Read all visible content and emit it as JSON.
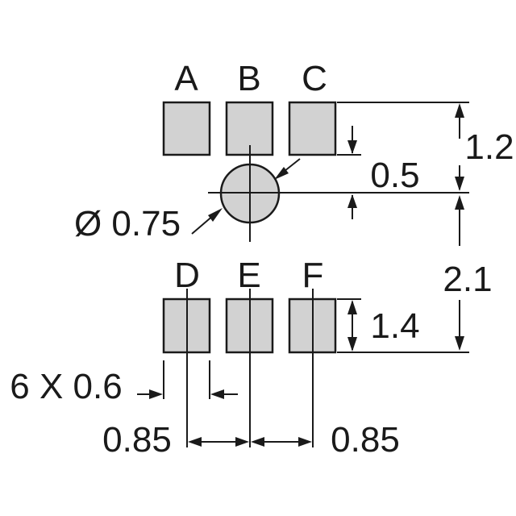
{
  "pads": [
    {
      "letter": "A"
    },
    {
      "letter": "B"
    },
    {
      "letter": "C"
    },
    {
      "letter": "D"
    },
    {
      "letter": "E"
    },
    {
      "letter": "F"
    }
  ],
  "dimensions": {
    "hole_diameter": "Ø 0.75",
    "top_row_offset": "1.2",
    "pad_gap_to_center": "0.5",
    "bottom_row_offset": "2.1",
    "pad_height": "1.4",
    "pad_width": "6 X 0.6",
    "pitch_left": "0.85",
    "pitch_right": "0.85"
  },
  "colors": {
    "pad_fill": "#d2d2d2",
    "line": "#1a1a1a",
    "background": "#ffffff"
  }
}
